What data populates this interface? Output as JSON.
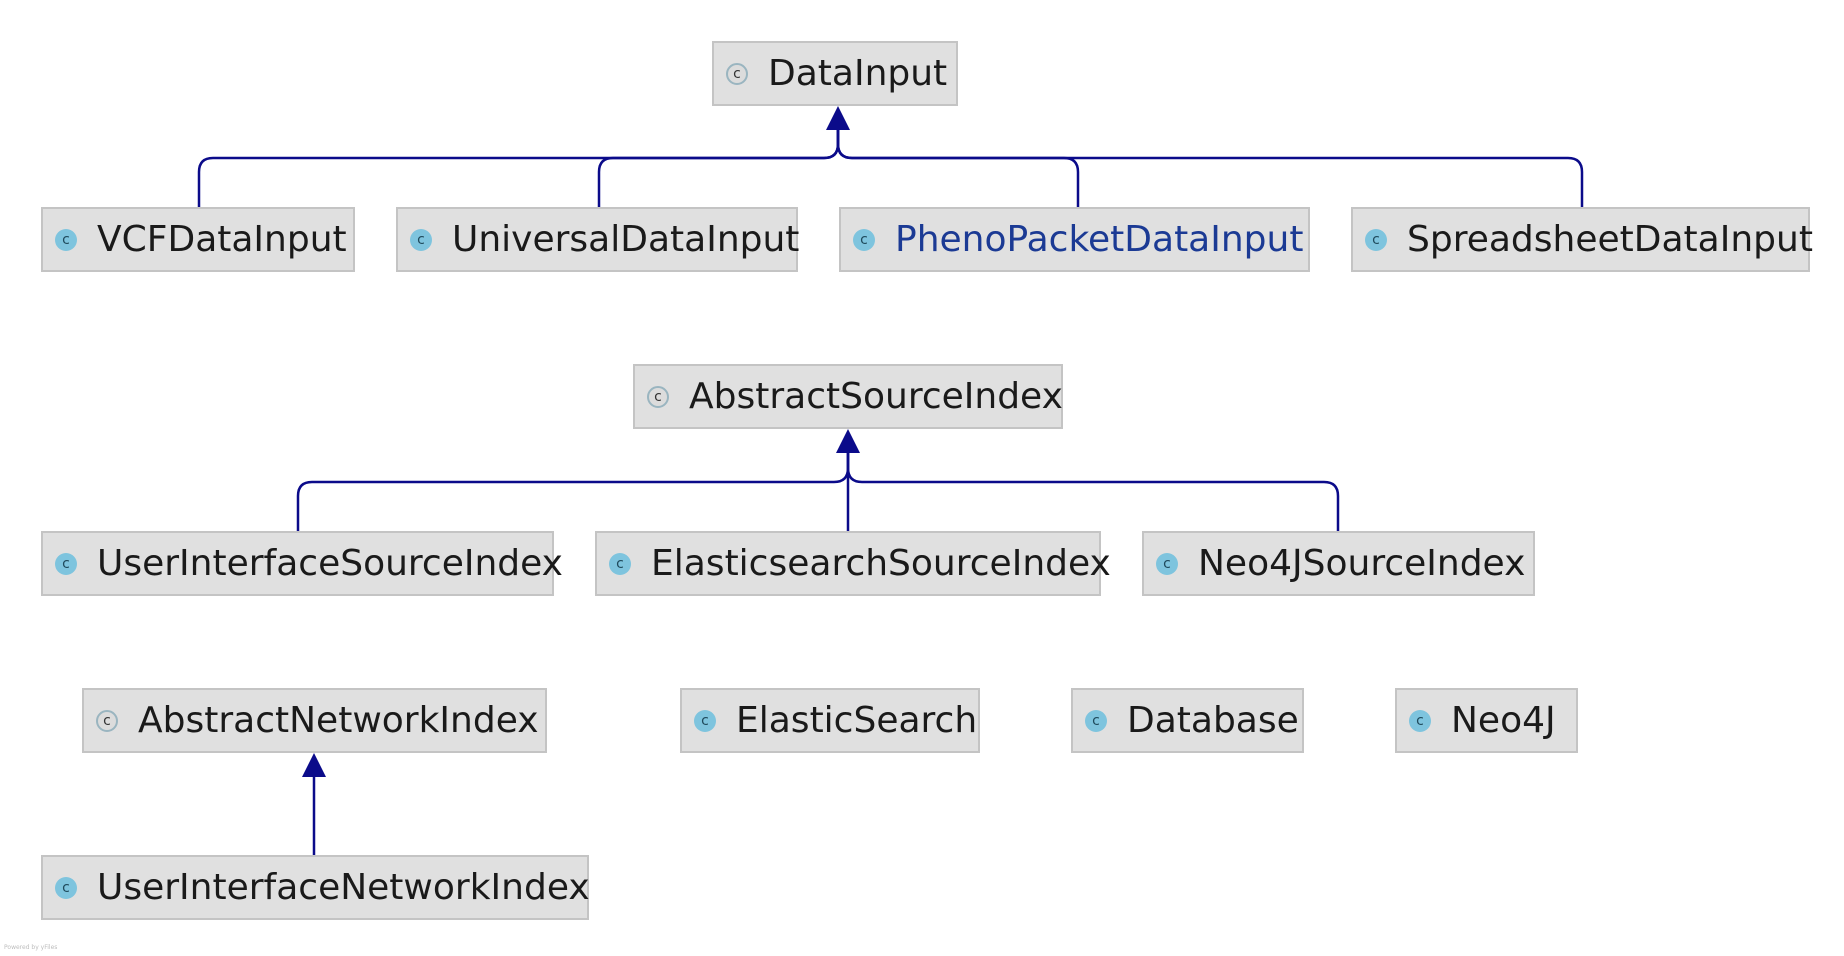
{
  "diagram": {
    "nodes": {
      "data_input": {
        "label": "DataInput",
        "abstract": true
      },
      "vcf_data_input": {
        "label": "VCFDataInput"
      },
      "universal_data_input": {
        "label": "UniversalDataInput"
      },
      "pheno_packet_data_input": {
        "label": "PhenoPacketDataInput"
      },
      "spreadsheet_data_input": {
        "label": "SpreadsheetDataInput"
      },
      "abstract_source_index": {
        "label": "AbstractSourceIndex",
        "abstract": true
      },
      "user_interface_source_index": {
        "label": "UserInterfaceSourceIndex"
      },
      "elasticsearch_source_index": {
        "label": "ElasticsearchSourceIndex"
      },
      "neo4j_source_index": {
        "label": "Neo4JSourceIndex"
      },
      "abstract_network_index": {
        "label": "AbstractNetworkIndex",
        "abstract": true
      },
      "elastic_search": {
        "label": "ElasticSearch"
      },
      "database": {
        "label": "Database"
      },
      "neo4j": {
        "label": "Neo4J"
      },
      "user_interface_network_index": {
        "label": "UserInterfaceNetworkIndex"
      }
    },
    "class_icon_glyph": "c",
    "edges": [
      {
        "from": "vcf_data_input",
        "to": "data_input"
      },
      {
        "from": "universal_data_input",
        "to": "data_input"
      },
      {
        "from": "pheno_packet_data_input",
        "to": "data_input"
      },
      {
        "from": "spreadsheet_data_input",
        "to": "data_input"
      },
      {
        "from": "user_interface_source_index",
        "to": "abstract_source_index"
      },
      {
        "from": "elasticsearch_source_index",
        "to": "abstract_source_index"
      },
      {
        "from": "neo4j_source_index",
        "to": "abstract_source_index"
      },
      {
        "from": "user_interface_network_index",
        "to": "abstract_network_index"
      }
    ],
    "edge_color": "#0b0b8a",
    "link_color": "#1b3a94",
    "footer": "Powered by yFiles"
  }
}
